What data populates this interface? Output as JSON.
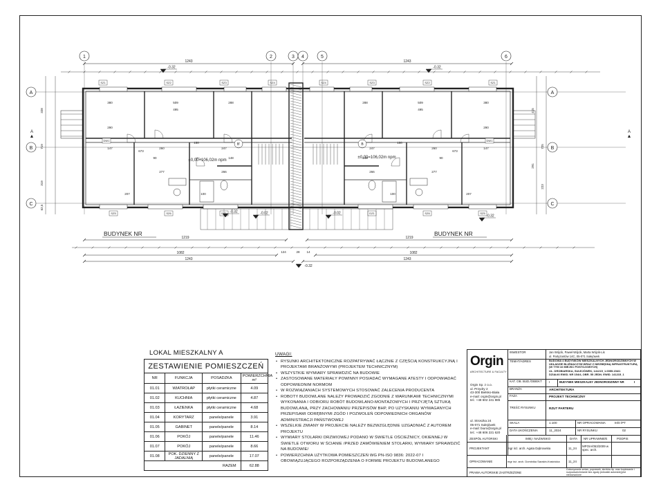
{
  "plan": {
    "budynek_labels": [
      "BUDYNEK NR",
      "BUDYNEK NR"
    ],
    "axes_top": [
      "1",
      "2",
      "3",
      "4",
      "5",
      "6"
    ],
    "axes_side": [
      "A",
      "B",
      "C"
    ],
    "dim_top": [
      "1243",
      "1243"
    ],
    "dim_bottom_row1": [
      "1219",
      "1219"
    ],
    "dim_bottom_row2": [
      "1082",
      "1082"
    ],
    "dim_bottom_row3": [
      "1243",
      "1243"
    ],
    "dim_bottom_small": [
      "124",
      "28",
      "14"
    ],
    "dim_side": [
      "328",
      "719",
      "319",
      "725",
      "223",
      "415",
      "291",
      "62,5"
    ],
    "level_marks": [
      "-0.32",
      "-0.32",
      "-0.32",
      "-0.32",
      "-0.02",
      "-0.02"
    ],
    "floor_level": [
      "±0,00=106,02m npm",
      "±0,00=106,02m npm"
    ],
    "section_marks": [
      "A",
      "B",
      "B'"
    ],
    "window_tags": [
      "SZ1",
      "SZ2",
      "SZ3",
      "SZ4",
      "SZ5",
      "SZ6",
      "DW1",
      "DZ1",
      "SD",
      "SZ"
    ],
    "room_dims": [
      "380",
      "288",
      "509",
      "495",
      "270",
      "277",
      "260",
      "148",
      "147",
      "290",
      "673",
      "266",
      "247",
      "150",
      "207",
      "100",
      "90",
      "95",
      "90",
      "74"
    ]
  },
  "schedule": {
    "title": "LOKAL MIESZKALNY A",
    "subtitle": "ZESTAWIENIE POMIESZCZEŃ",
    "headers": [
      "NR",
      "FUNKCJA",
      "POSADZKA",
      "POWIERZCHNIA m²"
    ],
    "rows": [
      [
        "01.01",
        "WIATROŁAP",
        "płytki ceramiczne",
        "4.09"
      ],
      [
        "01.02",
        "KUCHNIA",
        "płytki ceramiczne",
        "4.87"
      ],
      [
        "01.03",
        "ŁAZIENKA",
        "płytki ceramiczne",
        "4.68"
      ],
      [
        "01.04",
        "KORYTARZ",
        "panele/panele",
        "3.91"
      ],
      [
        "01.05",
        "GABINET",
        "panele/panele",
        "8.14"
      ],
      [
        "01.06",
        "POKÓJ",
        "panele/panele",
        "11.46"
      ],
      [
        "01.07",
        "POKÓJ",
        "panele/panele",
        "8.66"
      ],
      [
        "01.08",
        "POK. DZIENNY Z JADALNIĄ",
        "panele/panele",
        "17.07"
      ]
    ],
    "total_label": "RAZEM",
    "total_value": "62.88"
  },
  "notes": {
    "heading": "UWAGI:",
    "items": [
      "Rysunki architektoniczne rozpatrywać łącznie z częścią konstrukcyjną i projektami branżowymi (projektem technicznym)",
      "Wszystkie wymiary sprawdzić na budowie",
      "Zastosowane materiały powinny posiadać wymagane atesty i odpowiadać odpowiednim normom",
      "W rozwiązaniach systemowych stosować zalecenia producenta",
      "Roboty budowlane należy prowadzić zgodnie z warunkami technicznymi wykonania i odbioru robót budowlano-montażowych i przyjętą sztuką budowlaną, przy zachowaniu przepisów BHP, po uzyskaniu wymaganych przepisami odrębnymi zgód i pozwoleń odpowiednich organów administracji państwowej",
      "Wszelkie zmiany w projekcie należy bezwzględnie uzgadniać z autorem projektu",
      "Wymiary stolarki drzwiowej podano w świetle ościeżnicy, okiennej w świetle otworu w ścianie /przed zamówieniem stolarki, wymiary sprawdzić na budowie/",
      "Powierzchnia użytkowa pomieszczeń wg PN-ISO 9836: 2022-07 i obowiązującego rozporządzenia o formie projektu budowlanego"
    ]
  },
  "titleblock": {
    "logo": "Orgin",
    "logo_sub": "ARCHITECTURE & FACULTY",
    "company_lines": [
      "Orgin Sp. z o.o.",
      "ul. Przydry 2",
      "43-300 Bielsko-Biała",
      "e-mail: orgin@orgin.pl",
      "tel.: +48 602 241 885"
    ],
    "office_lines": [
      "ul. Stroszka 24",
      "05-071 Sułejówek",
      "e-mail: biuro@orgin.pl",
      "tel.: +48 606 221 620"
    ],
    "inwestor_label": "INWESTOR",
    "inwestor_value": "Jan Wójcik, Paweł Wójcik, Marta Wójcik-Lis",
    "inwestor_addr": "ul. Partyzantów 14C, 05-071 Sułejówek",
    "temat_label": "TEMAT/ADRES",
    "temat_value": "BUDOWA 4 BUDYNKÓW MIESZKALNYCH JEDNORODZINNYCH W UKŁADZIE BLIŹNIACZYM WRAZ Z NIEZBĘDNĄ INFRASTRUKTURĄ (W TYM 16 MIEJSC POSTOJOWYCH)",
    "temat_addr1": "UL. DROBIARSKA, SUŁEJÓWEK, 141215_1.0055.154/1",
    "temat_addr2": "DZIAŁKI EWID. NR 154/4, OBR. 55 JEDN. EWID. 141215_1",
    "kat_label": "KAT. OB. BUD./OBIEKT",
    "kat_value": "I",
    "kat_obj": "BUDYNEK MIESZKALNY JEDNORODZINNY NR",
    "kat_obj_num": "I",
    "branza_label": "BRANŻA",
    "branza_value": "ARCHITEKTURA",
    "faza_label": "FAZA",
    "faza_value": "PROJEKT TECHNICZNY",
    "tresc_label": "TREŚĆ RYSUNKU",
    "tresc_value": "RZUT PARTERU",
    "skala_label": "SKALA",
    "skala_value": "1:100",
    "nr_opr_label": "NR OPRACOWANIA",
    "nr_opr_value": "III/0 /PT",
    "data_label": "DATA UKOŃCZENIA",
    "data_value": "11_2024",
    "nr_rys_label": "NR RYSUNKU",
    "nr_rys_value": "02",
    "zespol_label": "ZESPÓŁ AUTORSKI",
    "imie_label": "IMIĘ I NAZWISKO",
    "data_col_label": "DATA",
    "upr_label": "NR UPRAWNIEŃ",
    "podpis_label": "PODPIS",
    "proj_label": "PROJEKTANT",
    "proj_name": "mgr inż. arch. Agata Dąbrowska",
    "proj_date": "11_24",
    "proj_upr": "MPOIA/053/2009 w spec. arch.",
    "opr_label": "OPRACOWANIE",
    "opr_name": "mgr inż. arch. Dominika Sarakin-Kraśnicka",
    "opr_date": "11_24",
    "prawa_label": "PRAWA AUTORSKIE ZASTRZEŻONE",
    "prawa_text": "Dokonywanie zmian, poprawek, skrótów itp. oraz kopiowanie i rozpowszechnianie bez zgody jednostki autorskiej jest niedozwolone"
  }
}
